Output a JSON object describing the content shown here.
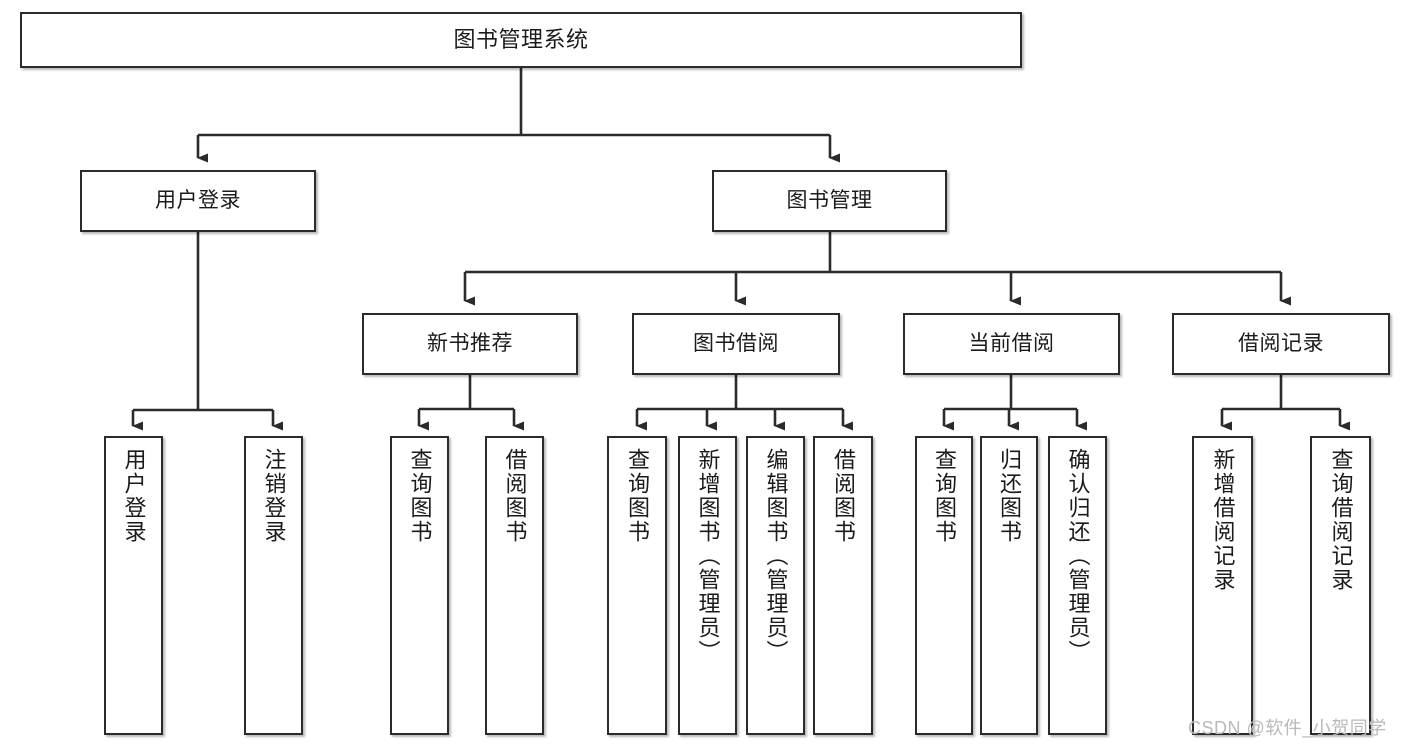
{
  "diagram": {
    "type": "tree",
    "title": "图书管理系统",
    "orientation": "top-down",
    "colors": {
      "node_border": "#2b2b2b",
      "node_fill": "#ffffff",
      "edge": "#2b2b2b",
      "watermark": "#b9b9b9",
      "background": "#ffffff"
    },
    "root": {
      "label": "图书管理系统"
    },
    "level2": [
      {
        "label": "用户登录"
      },
      {
        "label": "图书管理"
      }
    ],
    "level3": [
      {
        "label": "新书推荐"
      },
      {
        "label": "图书借阅"
      },
      {
        "label": "当前借阅"
      },
      {
        "label": "借阅记录"
      }
    ],
    "leaves": {
      "user_login": [
        {
          "label": "用户登录"
        },
        {
          "label": "注销登录"
        }
      ],
      "new_book_recommend": [
        {
          "label": "查询图书"
        },
        {
          "label": "借阅图书"
        }
      ],
      "book_borrow": [
        {
          "label": "查询图书"
        },
        {
          "label": "新增图书（管理员）"
        },
        {
          "label": "编辑图书（管理员）"
        },
        {
          "label": "借阅图书"
        }
      ],
      "current_borrow": [
        {
          "label": "查询图书"
        },
        {
          "label": "归还图书"
        },
        {
          "label": "确认归还（管理员）"
        }
      ],
      "borrow_record": [
        {
          "label": "新增借阅记录"
        },
        {
          "label": "查询借阅记录"
        }
      ]
    }
  },
  "watermark": {
    "text": "CSDN @软件_小贺同学"
  }
}
